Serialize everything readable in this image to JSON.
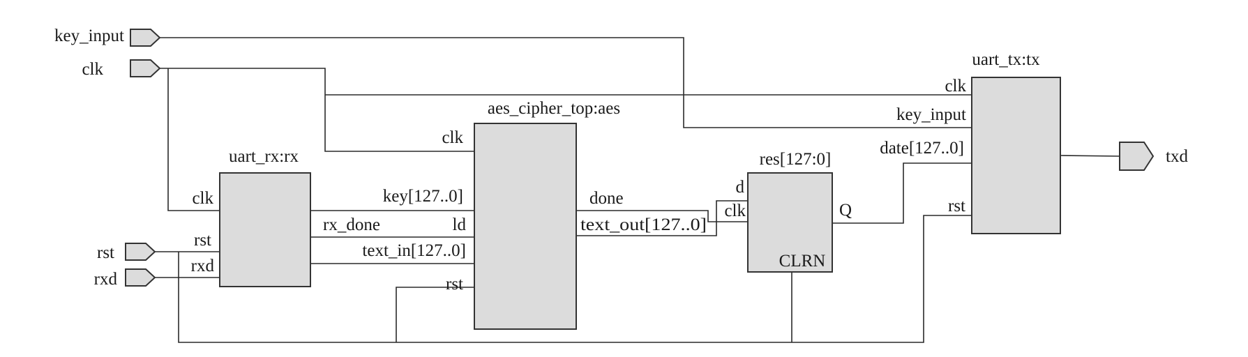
{
  "ports": {
    "key_input": "key_input",
    "clk": "clk",
    "rst": "rst",
    "rxd": "rxd",
    "txd": "txd"
  },
  "blocks": {
    "uart_rx": {
      "title": "uart_rx:rx",
      "pins": {
        "clk": "clk",
        "rst": "rst",
        "rxd": "rxd"
      }
    },
    "aes": {
      "title": "aes_cipher_top:aes",
      "pins": {
        "clk": "clk",
        "key": "key[127..0]",
        "ld": "ld",
        "text_in": "text_in[127..0]",
        "rst": "rst",
        "done": "done",
        "text_out": "text_out[127..0]"
      }
    },
    "res": {
      "title": "res[127:0]",
      "pins": {
        "d": "d",
        "clk": "clk",
        "q": "Q",
        "clrn": "CLRN"
      }
    },
    "uart_tx": {
      "title": "uart_tx:tx",
      "pins": {
        "clk": "clk",
        "key_input": "key_input",
        "date": "date[127..0]",
        "rst": "rst"
      }
    }
  },
  "nets": {
    "rx_done": "rx_done"
  },
  "colors": {
    "block_fill": "#dcdcdc",
    "wire": "#2a2a2a",
    "text": "#1a1a1a"
  }
}
